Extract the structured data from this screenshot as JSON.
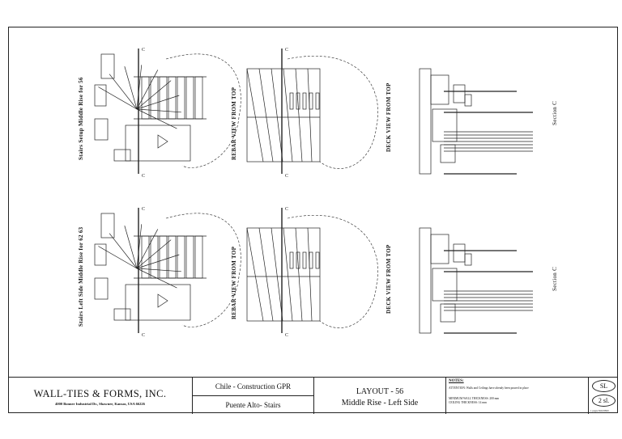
{
  "drawing": {
    "views": [
      {
        "label": "Stairs Setup Middle Rise for 56"
      },
      {
        "label": "REBAR VIEW FROM TOP"
      },
      {
        "label": "DECK VIEW FROM TOP"
      },
      {
        "label": "Section C"
      },
      {
        "label": "Stairs Left Side Middle Rise for 62 63"
      },
      {
        "label": "REBAR VIEW FROM TOP"
      },
      {
        "label": "DECK VIEW FROM TOP"
      },
      {
        "label": "Section C"
      }
    ],
    "section_marker": "C"
  },
  "title_block": {
    "company_name": "WALL-TIES & FORMS, INC.",
    "company_address": "4000 Bonner Industrial Dr., Shawnee, Kansas, USA 66226",
    "project_line1": "Chile - Construction GPR",
    "project_line2": "Puente Alto- Stairs",
    "layout_title": "LAYOUT - 56",
    "layout_subtitle": "Middle Rise - Left Side",
    "notes_heading": "NOTES:",
    "note_1": "ATTENTION: Walls and Ceilings have already been poured in place",
    "note_2": "MINIMUM WALL THICKNESS: 200 mm",
    "note_3": "CEILING THICKNESS: 14 mm",
    "sheet_top": "SL",
    "sheet_bottom": "2 sl.",
    "sheet_footer": "1 pages MAXIMO"
  }
}
